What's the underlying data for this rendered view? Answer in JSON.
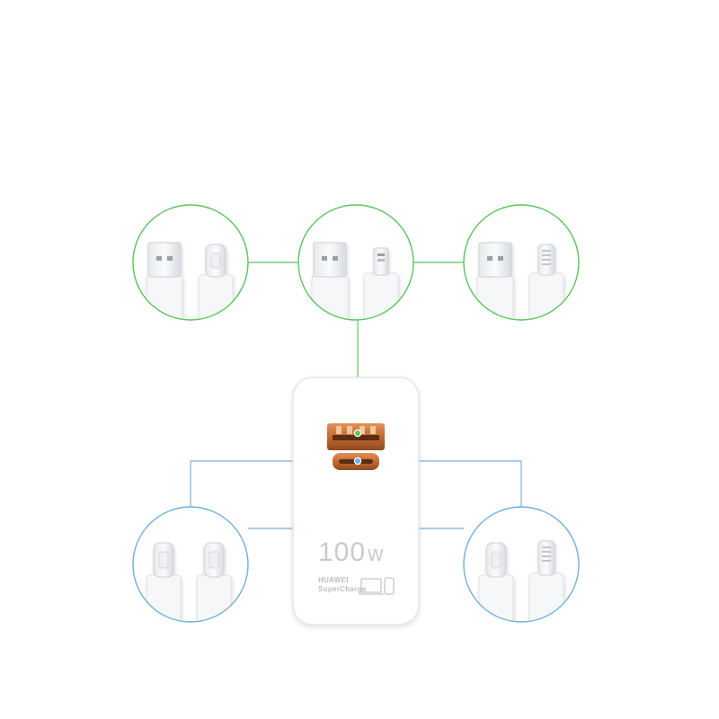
{
  "charger": {
    "wattage": "100",
    "unit": "w",
    "brand": "HUAWEI",
    "line": "SuperCharge"
  },
  "colors": {
    "usb_a_link": "#5cc45c",
    "usb_c_link": "#74b0dc",
    "port_copper": "#c9763a",
    "charger_body": "#ffffff"
  },
  "cable_options": [
    {
      "port": "usb-a",
      "plugs": [
        "usb-a-icon",
        "usb-c-icon"
      ]
    },
    {
      "port": "usb-a",
      "plugs": [
        "usb-a-icon",
        "micro-usb-icon"
      ]
    },
    {
      "port": "usb-a",
      "plugs": [
        "usb-a-icon",
        "lightning-icon"
      ]
    },
    {
      "port": "usb-c",
      "plugs": [
        "usb-c-icon",
        "usb-c-icon"
      ]
    },
    {
      "port": "usb-c",
      "plugs": [
        "usb-c-icon",
        "lightning-icon"
      ]
    }
  ]
}
